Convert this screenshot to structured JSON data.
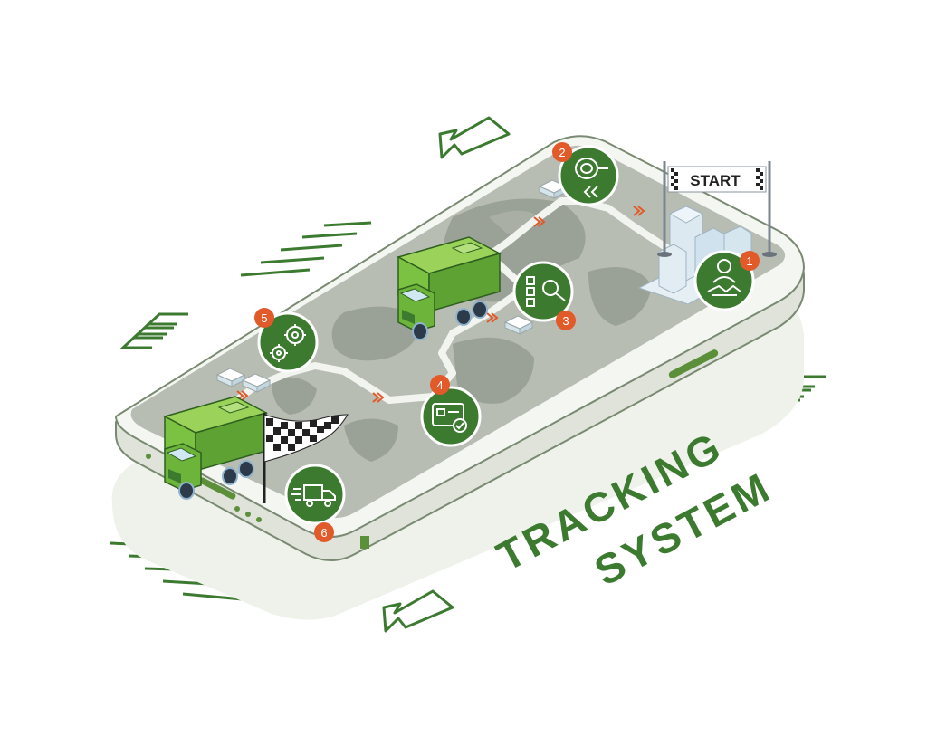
{
  "start_banner": {
    "label": "START"
  },
  "headline": {
    "line1": "TRACKING",
    "line2": "SYSTEM"
  },
  "steps": [
    {
      "number": "1",
      "icon": "handshake-manager-icon"
    },
    {
      "number": "2",
      "icon": "tape-roll-rewind-icon"
    },
    {
      "number": "3",
      "icon": "checklist-magnifier-icon"
    },
    {
      "number": "4",
      "icon": "payment-card-check-icon"
    },
    {
      "number": "5",
      "icon": "gears-icon"
    },
    {
      "number": "6",
      "icon": "fast-delivery-truck-icon"
    }
  ],
  "colors": {
    "brand_green": "#3c7a30",
    "accent_orange": "#e25a2a",
    "truck_green": "#7cc242",
    "map_gray": "#b8bdb3",
    "phone_body": "#eaede7"
  }
}
